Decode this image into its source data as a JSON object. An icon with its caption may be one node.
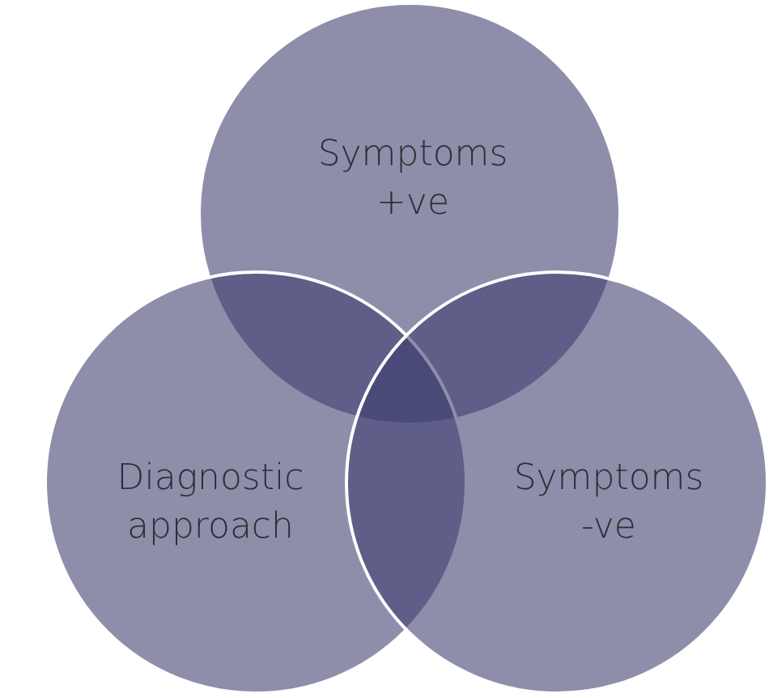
{
  "diagram": {
    "nodes": [
      {
        "text": [
          "Symptoms +ve"
        ]
      },
      {
        "text": [
          "Diagnostic approach"
        ]
      },
      {
        "text": [
          "Symptoms -ve"
        ]
      }
    ]
  }
}
